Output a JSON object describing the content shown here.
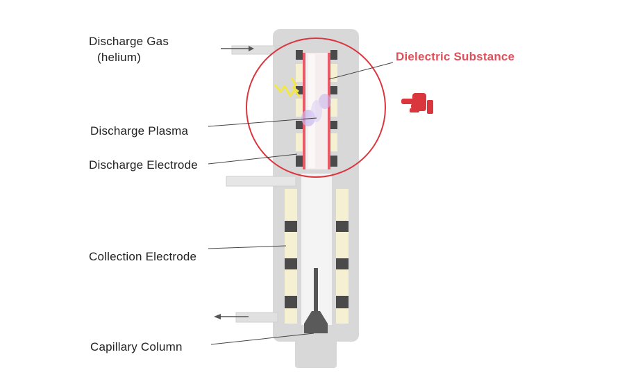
{
  "colors": {
    "housing": "#d8d8d8",
    "tube": "#f2f2f2",
    "electrode_light": "#f5f0d2",
    "electrode_dark": "#4a4a4a",
    "highlight_circle": "#d9363e",
    "dielectric": "#e85a68",
    "label_text": "#222222",
    "accent_label": "#e0505a",
    "spark": "#f3e64a",
    "plasma": "#c9b6ee"
  },
  "labels": {
    "discharge_gas": "Discharge Gas",
    "helium": "(helium)",
    "dielectric_substance": "Dielectric Substance",
    "discharge_plasma": "Discharge Plasma",
    "discharge_electrode": "Discharge Electrode",
    "collection_electrode": "Collection Electrode",
    "capillary_column": "Capillary Column"
  },
  "icons": {
    "pointer": "pointing-hand-icon"
  }
}
